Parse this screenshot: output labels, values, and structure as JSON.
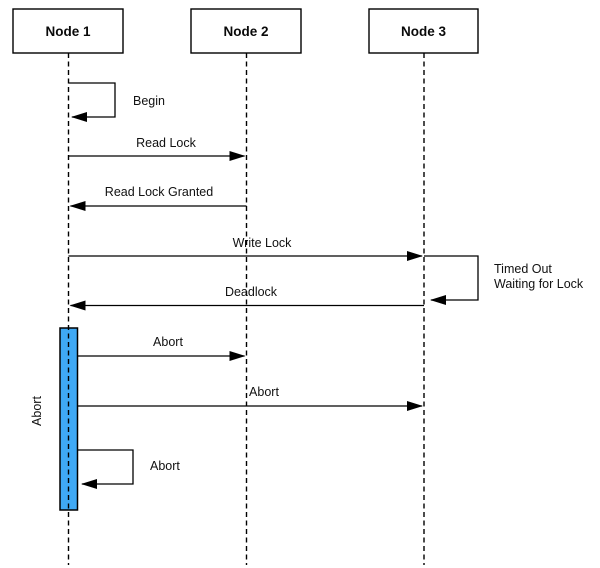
{
  "diagram": {
    "kind": "uml-sequence-diagram",
    "nodes": [
      {
        "id": "node1",
        "label": "Node 1"
      },
      {
        "id": "node2",
        "label": "Node 2"
      },
      {
        "id": "node3",
        "label": "Node 3"
      }
    ],
    "messages": [
      {
        "label": "Begin",
        "from": "Node 1",
        "to": "Node 1",
        "type": "self"
      },
      {
        "label": "Read Lock",
        "from": "Node 1",
        "to": "Node 2",
        "type": "call"
      },
      {
        "label": "Read Lock Granted",
        "from": "Node 2",
        "to": "Node 1",
        "type": "return"
      },
      {
        "label": "Write Lock",
        "from": "Node 1",
        "to": "Node 3",
        "type": "call"
      },
      {
        "lines": [
          "Timed Out",
          "Waiting for Lock"
        ],
        "from": "Node 3",
        "to": "Node 3",
        "type": "self"
      },
      {
        "label": "Deadlock",
        "from": "Node 3",
        "to": "Node 1",
        "type": "return"
      },
      {
        "label": "Abort",
        "from": "Node 1",
        "to": "Node 2",
        "type": "call"
      },
      {
        "label": "Abort",
        "from": "Node 1",
        "to": "Node 3",
        "type": "call"
      },
      {
        "label": "Abort",
        "from": "Node 1",
        "to": "Node 1",
        "type": "self"
      }
    ],
    "activation": {
      "node": "Node 1",
      "side_label": "Abort",
      "fill_color": "#3FA9F5"
    },
    "colors": {
      "line": "#000000",
      "text": "#111111",
      "box_fill": "#ffffff",
      "background": "#ffffff",
      "activation_fill": "#3FA9F5"
    }
  }
}
